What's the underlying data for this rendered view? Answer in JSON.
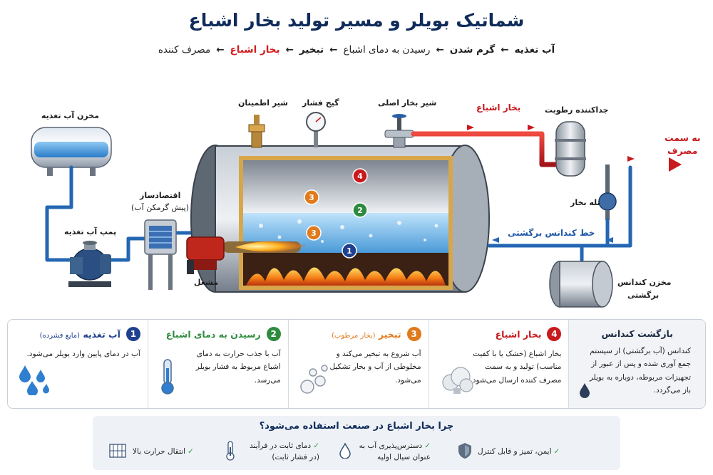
{
  "title": "شماتیک بویلر و مسیر تولید بخار اشباع",
  "flow": {
    "items": [
      "آب تغذیه",
      "گرم شدن",
      "رسیدن به دمای اشباع",
      "تبخیر",
      "بخار اشباع",
      "مصرف کننده"
    ],
    "separator": "←"
  },
  "diagram": {
    "labels": {
      "feed_tank": "مخزن آب تغذیه",
      "feed_pump": "پمپ آب تغذیه",
      "economizer_1": "اقتصادساز",
      "economizer_2": "(پیش گرمکن آب)",
      "burner": "مشعل",
      "safety_valve": "شیر اطمینان",
      "pressure_gauge": "گیج فشار",
      "main_steam_valve": "شیر بخار اصلی",
      "saturated_steam": "بخار اشباع",
      "moisture_separator": "جداکننده رطوبت",
      "to_consumer_1": "به سمت",
      "to_consumer_2": "مصرف",
      "steam_trap": "تله بخار",
      "condensate_line": "خط کندانس برگشتی",
      "condensate_tank_1": "مخزن کندانس",
      "condensate_tank_2": "برگشتی"
    },
    "markers": [
      "1",
      "2",
      "3",
      "4"
    ]
  },
  "steps": [
    {
      "num": "1",
      "title": "آب تغذیه",
      "subtitle": "(مایع فشرده)",
      "desc": "آب در دمای پایین وارد بویلر می‌شود.",
      "color": "#1f3f8f",
      "icon": "water-drops-icon"
    },
    {
      "num": "2",
      "title": "رسیدن به دمای اشباع",
      "subtitle": "",
      "desc": "آب با جذب حرارت به دمای اشباع مربوط به فشار بویلر می‌رسد.",
      "color": "#2e8b3e",
      "icon": "thermometer-icon"
    },
    {
      "num": "3",
      "title": "تبخیر",
      "subtitle": "(بخار مرطوب)",
      "desc": "آب شروع به تبخیر می‌کند و مخلوطی از آب و بخار تشکیل می‌شود.",
      "color": "#e07a1a",
      "icon": "bubbles-icon"
    },
    {
      "num": "4",
      "title": "بخار اشباع",
      "subtitle": "",
      "desc": "بخار اشباع (خشک یا با کفیت مناسب) تولید و به سمت مصرف کننده ارسال می‌شود.",
      "color": "#c8191d",
      "icon": "steam-cloud-icon"
    }
  ],
  "return_step": {
    "title": "بازگشت کندانس",
    "desc": "کندانس (آب برگشتی) از سیستم جمع آوری شده و پس از عبور از تجهیزات مربوطه، دوباره به بویلر باز می‌گردد.",
    "icon": "drop-icon"
  },
  "why": {
    "title": "چرا بخار اشباع در صنعت استفاده می‌شود؟",
    "items": [
      {
        "text": "ایمن، تمیز و قابل کنترل",
        "icon": "shield-icon"
      },
      {
        "text": "دسترس‌پذیری آب به عنوان سیال اولیه",
        "icon": "drop-icon"
      },
      {
        "text": "دمای ثابت در فرآیند (در فشار ثابت)",
        "icon": "thermometer-icon"
      },
      {
        "text": "انتقال حرارت بالا",
        "icon": "heat-exchanger-icon"
      }
    ]
  },
  "colors": {
    "title": "#0f2b5a",
    "steam": "#c8191d",
    "water": "#1e57a8",
    "fire": "#f07a12",
    "check": "#2e9a41"
  }
}
